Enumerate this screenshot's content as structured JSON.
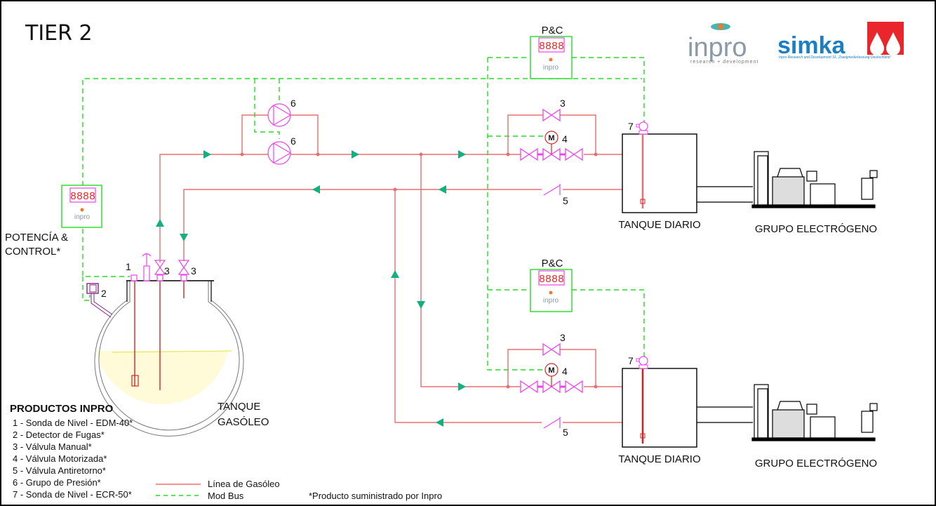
{
  "title": "TIER 2",
  "logos": {
    "inpro": {
      "name": "inpro",
      "tagline": "research + development"
    },
    "simka": {
      "name": "simka",
      "tagline": "Inpro Research and Development SL, Zweigniederlassung Deutschland"
    }
  },
  "colors": {
    "fuel_line": "#e87070",
    "modbus": "#22dd22",
    "flow_arrow": "#12b07e",
    "valve": "#ee44ee",
    "probe": "#dd2222",
    "display_digits": "#ee2222",
    "simka_blue": "#1a7fc4",
    "simka_red": "#e8262b"
  },
  "controllers": {
    "main": {
      "label_line1": "POTENCÍA &",
      "label_line2": "CONTROL*",
      "display": "8888",
      "logo": "inpro"
    },
    "pc_top": {
      "label": "P&C",
      "display": "8888",
      "logo": "inpro"
    },
    "pc_bottom": {
      "label": "P&C",
      "display": "8888",
      "logo": "inpro"
    }
  },
  "components": {
    "probe_edm40_tag": "1",
    "leak_detector_tag": "2",
    "manual_valve_tag": "3",
    "motorized_valve_tag": "4",
    "motor_letter": "M",
    "check_valve_tag": "5",
    "pump_tag": "6",
    "probe_ecr50_tag": "7"
  },
  "tanks": {
    "main": {
      "label_line1": "TANQUE",
      "label_line2": "GASÓLEO"
    },
    "daily_top": {
      "label": "TANQUE DIARIO"
    },
    "daily_bottom": {
      "label": "TANQUE DIARIO"
    }
  },
  "generators": {
    "top": {
      "label": "GRUPO ELECTRÓGENO"
    },
    "bottom": {
      "label": "GRUPO ELECTRÓGENO"
    }
  },
  "products": {
    "heading": "PRODUCTOS INPRO",
    "items": [
      "1 - Sonda de Nivel - EDM-40*",
      "2 - Detector de Fugas*",
      "3 - Válvula Manual*",
      "4 - Válvula Motorizada*",
      "5 - Válvula Antiretorno*",
      "6 - Grupo de Presión*",
      "7 - Sonda de Nivel - ECR-50*"
    ]
  },
  "legend": {
    "fuel_line": "Línea de Gasóleo",
    "modbus": "Mod Bus"
  },
  "footnote": "*Producto suministrado por Inpro"
}
